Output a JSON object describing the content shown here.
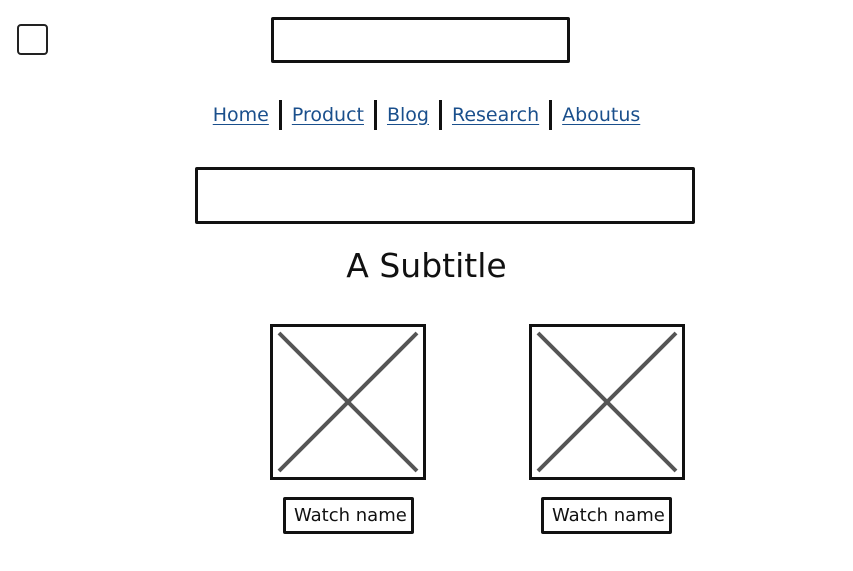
{
  "header": {
    "checkbox_checked": false,
    "logo_input_value": ""
  },
  "nav": {
    "items": [
      {
        "label": "Home"
      },
      {
        "label": "Product"
      },
      {
        "label": "Blog"
      },
      {
        "label": "Research"
      },
      {
        "label": "Aboutus"
      }
    ],
    "link_color": "#1a4f8c"
  },
  "main": {
    "title_value": "",
    "subtitle": "A Subtitle",
    "cards": [
      {
        "image_icon": "image-placeholder-icon",
        "label": "Watch name"
      },
      {
        "image_icon": "image-placeholder-icon",
        "label": "Watch name"
      }
    ]
  }
}
